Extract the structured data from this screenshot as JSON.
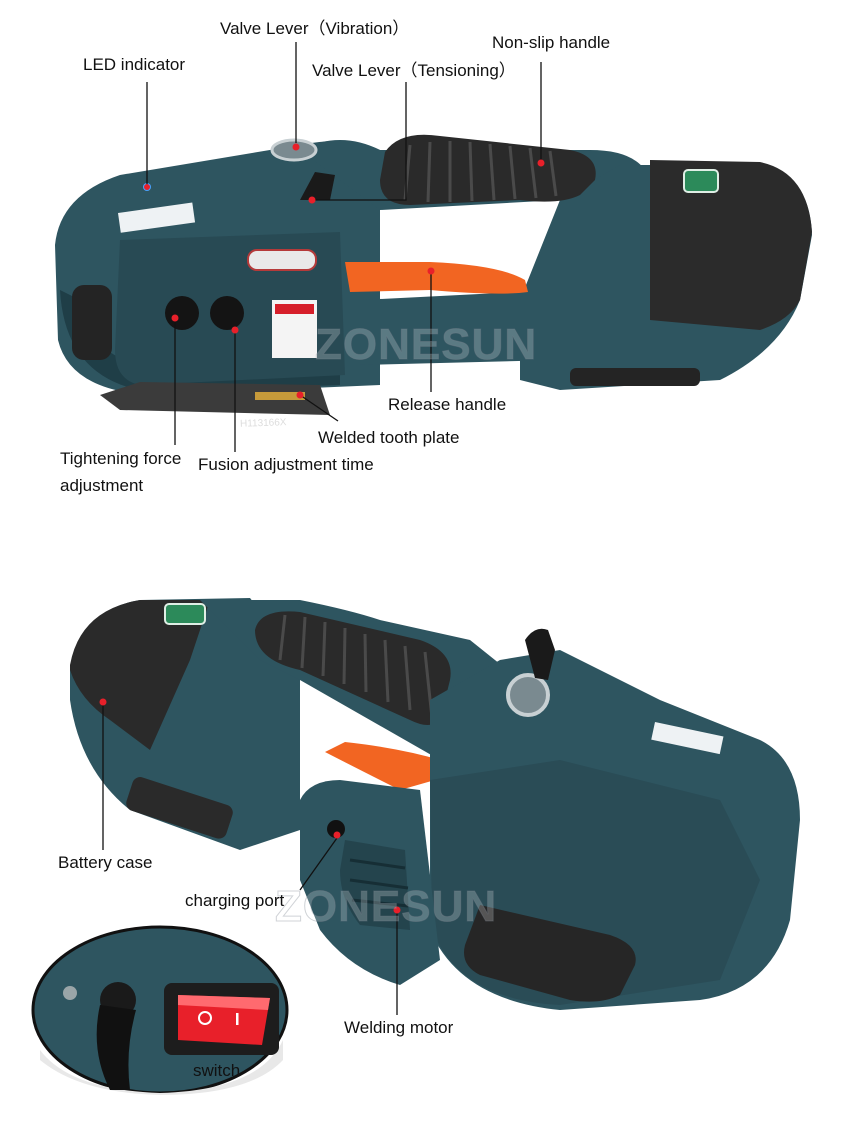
{
  "watermark": "ZONESUN",
  "colors": {
    "body": "#2e5560",
    "body_dark": "#1f3e47",
    "grip": "#2a2a2a",
    "lever": "#f26522",
    "switch": "#e8202a",
    "leader": "#111111",
    "dot": "#e8202a"
  },
  "top_product": {
    "labels": {
      "valve_vibration": "Valve Lever（Vibration）",
      "valve_tensioning": "Valve Lever（Tensioning）",
      "non_slip_handle": "Non-slip handle",
      "led_indicator": "LED indicator",
      "release_handle": "Release handle",
      "welded_tooth_plate": "Welded tooth plate",
      "tightening_force": "Tightening force adjustment",
      "fusion_time": "Fusion adjustment time"
    },
    "plate_code": "H113166X"
  },
  "bottom_product": {
    "labels": {
      "battery_case": "Battery case",
      "charging_port": "charging port",
      "welding_motor": "Welding motor",
      "switch": "switch"
    }
  }
}
